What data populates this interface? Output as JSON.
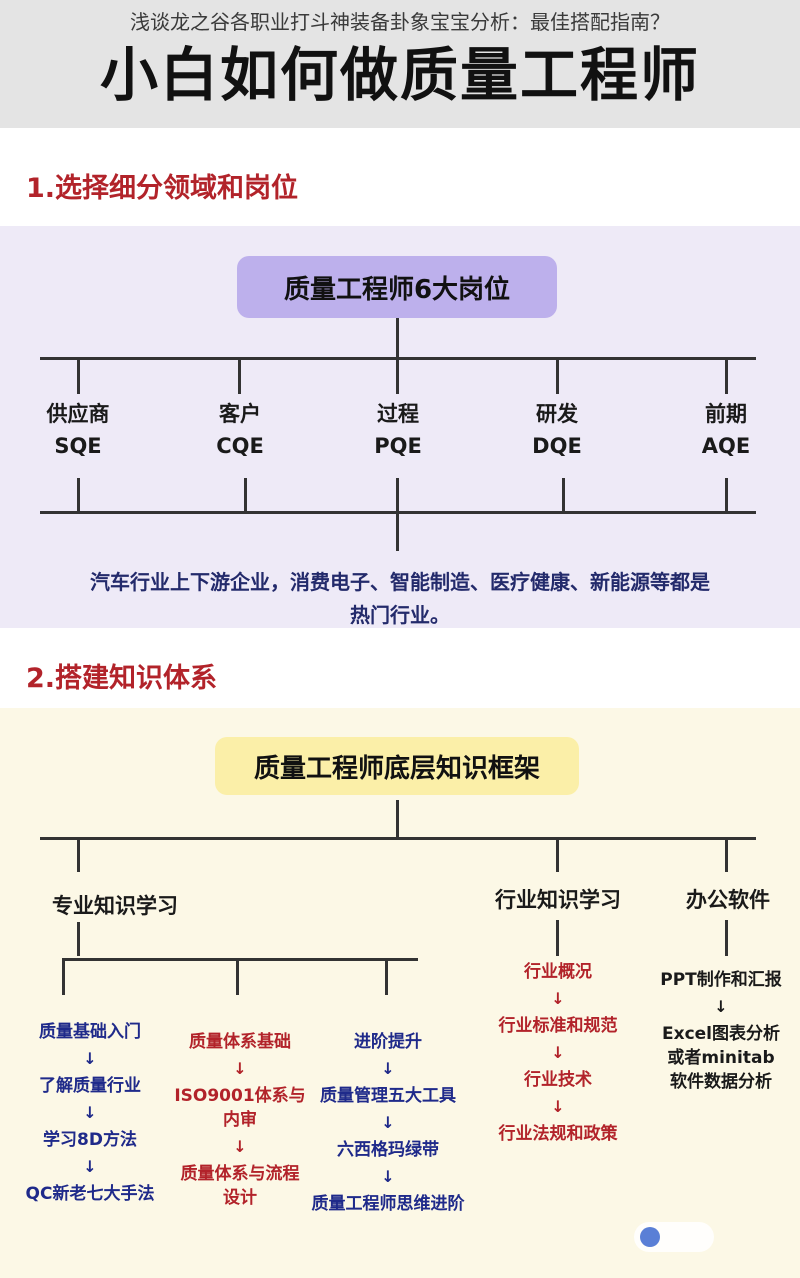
{
  "header": {
    "overlay_title": "浅谈龙之谷各职业打斗神装备卦象宝宝分析：最佳搭配指南？",
    "main_title": "小白如何做质量工程师"
  },
  "section1": {
    "title": "1.选择细分领域和岗位",
    "box": "质量工程师6大岗位",
    "positions": [
      {
        "cn": "供应商",
        "en": "SQE"
      },
      {
        "cn": "客户",
        "en": "CQE"
      },
      {
        "cn": "过程",
        "en": "PQE"
      },
      {
        "cn": "研发",
        "en": "DQE"
      },
      {
        "cn": "前期",
        "en": "AQE"
      }
    ],
    "note_line1": "汽车行业上下游企业，消费电子、智能制造、医疗健康、新能源等都是",
    "note_line2": "热门行业。"
  },
  "section2": {
    "title": "2.搭建知识体系",
    "box": "质量工程师底层知识框架",
    "branches": {
      "professional": "专业知识学习",
      "industry": "行业知识学习",
      "office": "办公软件"
    },
    "arrow": "↓",
    "col_basic": [
      "质量基础入门",
      "了解质量行业",
      "学习8D方法",
      "QC新老七大手法"
    ],
    "col_system": [
      "质量体系基础",
      "ISO9001体系与",
      "内审",
      "质量体系与流程",
      "设计"
    ],
    "col_advanced": [
      "进阶提升",
      "质量管理五大工具",
      "六西格玛绿带",
      "质量工程师思维进阶"
    ],
    "col_industry": [
      "行业概况",
      "行业标准和规范",
      "行业技术",
      "行业法规和政策"
    ],
    "col_office": [
      "PPT制作和汇报",
      "Excel图表分析",
      "或者minitab",
      "软件数据分析"
    ]
  },
  "colors": {
    "heading_red": "#b2232a",
    "navy": "#1f2a8a",
    "purple_box": "#bdb0ec",
    "yellow_box": "#fbefa8"
  }
}
